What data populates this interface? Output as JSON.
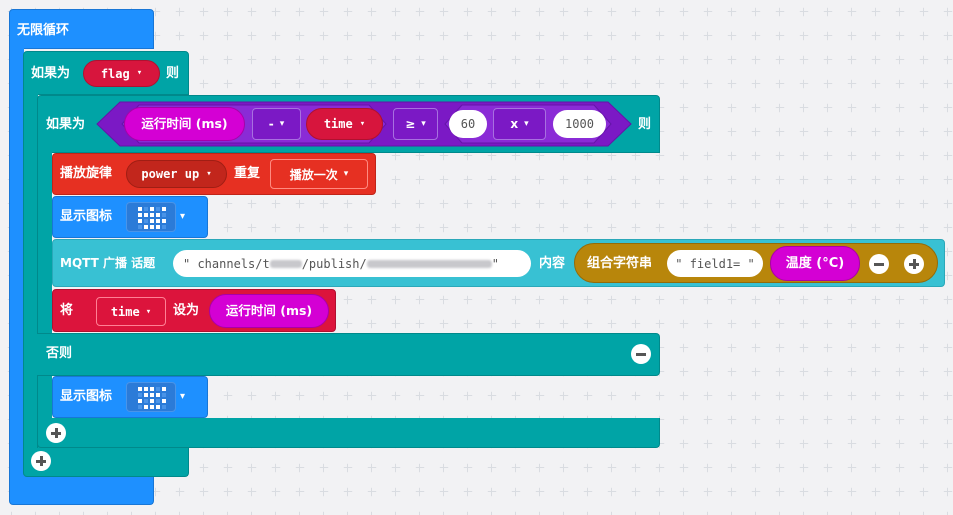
{
  "colors": {
    "loop_blue": "#1e90ff",
    "logic_teal": "#00a4a6",
    "logic_pill_red": "#d7153d",
    "math_purple": "#7b19c5",
    "music_red": "#e63022",
    "basic_blue": "#1e90ff",
    "mqtt_cyan": "#38c1d3",
    "text_gold": "#b8860b",
    "variable_red": "#dc143c",
    "runtime_magenta": "#d400d4"
  },
  "forever": {
    "label": "无限循环"
  },
  "if_outer": {
    "if_label": "如果为",
    "then_label": "则",
    "condition": {
      "value": "flag",
      "caret": "▾"
    },
    "add_icon": "plus-circle-icon"
  },
  "if_inner": {
    "if_label": "如果为",
    "then_label": "则",
    "else_label": "否则",
    "runtime_label": "运行时间 (ms)",
    "minus_op": "-",
    "time_var": "time",
    "compare_op": "≥",
    "num_a": "60",
    "times_op": "x",
    "num_b": "1000",
    "caret": "▾",
    "remove_icon": "minus-circle-icon",
    "add_icon": "plus-circle-icon"
  },
  "play_melody": {
    "label": "播放旋律",
    "melody": "power up",
    "repeat_label": "重复",
    "repeat_mode": "播放一次",
    "caret": "▾"
  },
  "show_icon_1": {
    "label": "显示图标",
    "caret": "▾",
    "icon": "face-icon"
  },
  "show_icon_2": {
    "label": "显示图标",
    "caret": "▾",
    "icon": "face-icon"
  },
  "mqtt": {
    "label": "MQTT 广播 话题",
    "topic_prefix": "\" channels/t",
    "topic_mid": "/publish/",
    "topic_suffix": "\"",
    "content_label": "内容",
    "join_label": "组合字符串",
    "join_text": "\" field1= \"",
    "temp_label": "温度 (°C)",
    "remove_icon": "minus-circle-icon",
    "add_icon": "plus-circle-icon"
  },
  "set_var": {
    "label": "将",
    "var": "time",
    "to_label": "设为",
    "value": "运行时间 (ms)",
    "caret": "▾"
  }
}
